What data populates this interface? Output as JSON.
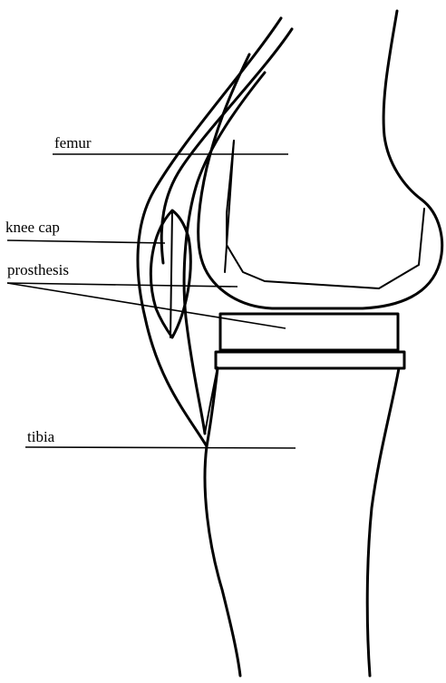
{
  "labels": {
    "femur": "femur",
    "knee_cap": "knee cap",
    "prosthesis": "prosthesis",
    "tibia": "tibia"
  }
}
